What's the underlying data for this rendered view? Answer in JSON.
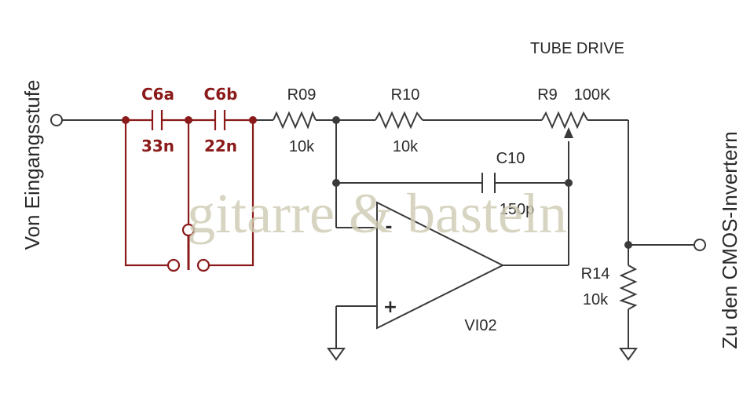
{
  "title": "TUBE DRIVE",
  "input_label": "Von Eingangsstufe",
  "output_label": "Zu den CMOS-Invertern",
  "watermark": "gitarre & basteln",
  "components": {
    "c6a": {
      "name": "C6a",
      "value": "33n"
    },
    "c6b": {
      "name": "C6b",
      "value": "22n"
    },
    "r09": {
      "name": "R09",
      "value": "10k"
    },
    "r10": {
      "name": "R10",
      "value": "10k"
    },
    "r9": {
      "name": "R9",
      "value": "100K"
    },
    "c10": {
      "name": "C10",
      "value": "150p"
    },
    "r14": {
      "name": "R14",
      "value": "10k"
    },
    "opamp": {
      "name": "VI02",
      "minus": "-",
      "plus": "+"
    }
  },
  "colors": {
    "wire": "#3a3a3a",
    "switch_section": "#8b1a1a",
    "watermark": "#cfcdb4"
  }
}
